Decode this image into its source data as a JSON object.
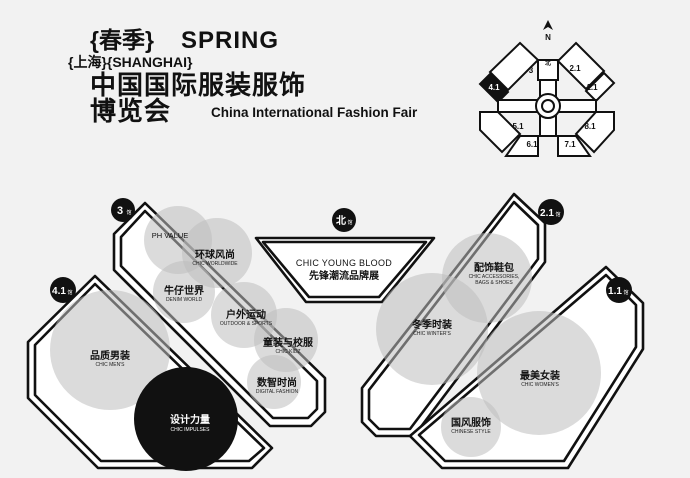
{
  "header": {
    "line1_cn": "{春季}",
    "line1_en": "SPRING",
    "line2": "{上海}{SHANGHAI}",
    "line3_cn": "中国国际服装服饰",
    "line4_cn": "博览会",
    "line4_en": "China International Fashion Fair"
  },
  "mini_map": {
    "north": "N",
    "halls": [
      {
        "num": "3",
        "sub": "h"
      },
      {
        "num": "北",
        "sub": "h"
      },
      {
        "num": "2.1",
        "sub": "h"
      },
      {
        "num": "1.1",
        "sub": "h"
      },
      {
        "num": "4.1",
        "sub": "h"
      },
      {
        "num": "5.1",
        "sub": "h"
      },
      {
        "num": "6.1",
        "sub": "h"
      },
      {
        "num": "7.1",
        "sub": "h"
      },
      {
        "num": "8.1",
        "sub": "h"
      }
    ]
  },
  "hall_badges": {
    "h3": {
      "num": "3",
      "sub": "馆"
    },
    "hnorth": {
      "num": "北",
      "sub": "馆"
    },
    "h21": {
      "num": "2.1",
      "sub": "馆"
    },
    "h41": {
      "num": "4.1",
      "sub": "馆"
    },
    "h11": {
      "num": "1.1",
      "sub": "馆"
    }
  },
  "zones": {
    "ph_value": "PH VALUE",
    "global": {
      "cn": "环球风尚",
      "en": "CHIC WORLDWIDE"
    },
    "denim": {
      "cn": "牛仔世界",
      "en": "DENIM WORLD"
    },
    "outdoor": {
      "cn": "户外运动",
      "en": "OUTDOOR & SPORTS"
    },
    "kids": {
      "cn": "童装与校服",
      "en": "CHIC KIDZ"
    },
    "digital": {
      "cn": "数智时尚",
      "en": "DIGITAL FASHION"
    },
    "young": {
      "en": "CHIC YOUNG BLOOD",
      "cn": "先锋潮流品牌展"
    },
    "men": {
      "cn": "品质男装",
      "en": "CHIC MEN'S"
    },
    "impulses": {
      "cn": "设计力量",
      "en": "CHIC IMPULSES"
    },
    "accessories": {
      "cn": "配饰鞋包",
      "en": "CHIC ACCESSORIES,",
      "en2": "BAGS & SHOES"
    },
    "winter": {
      "cn": "冬季时装",
      "en": "CHIC WINTER'S"
    },
    "women": {
      "cn": "最美女装",
      "en": "CHIC WOMEN'S"
    },
    "chinese": {
      "cn": "国风服饰",
      "en": "CHINESE STYLE"
    }
  },
  "colors": {
    "background": "#f2f2f2",
    "ink": "#111111",
    "circle": "#bdbdbd",
    "white": "#ffffff"
  }
}
